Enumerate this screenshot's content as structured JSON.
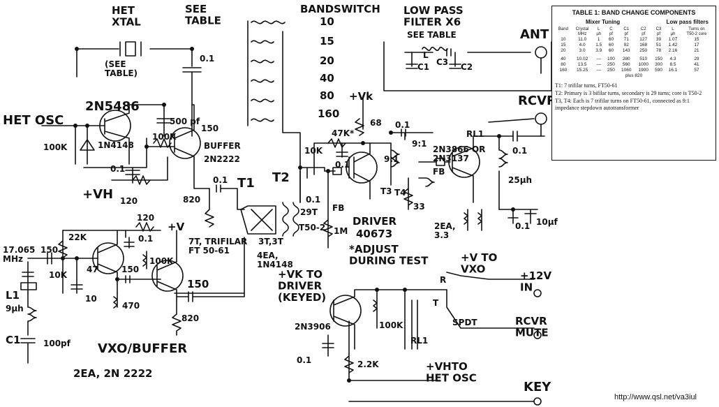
{
  "schematic": {
    "labels": {
      "het_xtal": "HET\nXTAL",
      "see_table_xtal": "(SEE\nTABLE)",
      "see_table_top": "SEE\nTABLE",
      "bandswitch": "BANDSWITCH",
      "bands": [
        "10",
        "15",
        "20",
        "40",
        "80",
        "160"
      ],
      "low_pass": "LOW PASS\nFILTER X6",
      "see_table_lpf": "SEE TABLE",
      "ant": "ANT",
      "rcvr": "RCVR",
      "het_osc": "HET OSC",
      "q_2n5486": "2N5486",
      "c_01_top": "0.1",
      "c_500p": "500 pf",
      "r_100k_buf": "100K",
      "c_150_buf": "150",
      "buffer": "BUFFER",
      "q_2n2222_buf": "2N2222",
      "r_100k_left": "100K",
      "d_1n4148": "1N4148",
      "c_01_mid": "0.1",
      "vh": "+VH",
      "r_120_vh": "120",
      "r_820_buf": "820",
      "c_01_buf": "0.1",
      "t1": "T1",
      "t2": "T2",
      "t1_desc": "7T, TRIFILAR\nFT 50-61",
      "d_4ea": "4EA,\n1N4148",
      "t_3t3t": "3T,3T",
      "t2_29t": "29T",
      "t2_core": "T50-2",
      "c_01_t2": "0.1",
      "fb_t2": "FB",
      "r_1m": "1M",
      "driver": "DRIVER",
      "q_40673": "40673",
      "adjust": "*ADJUST\nDURING TEST",
      "vk_top": "+Vk",
      "r_68": "68",
      "r_47k": "47K*",
      "r_10k_gate": "10K",
      "c_01_drv": "0.1",
      "c_01_drv2": "0.1",
      "t3": "T3",
      "t3_ratio": "9:1",
      "t4_ratio": "9:1",
      "t4": "T4",
      "r_33": "33",
      "fb_pa": "FB",
      "q_2n3866": "2N3866 OR\n2N3137",
      "r_2ea": "2EA,\n3.3",
      "rl1_top": "RL1",
      "c_01_pa": "0.1",
      "l_25uh": "25µh",
      "c_01_supply": "0.1",
      "c_10uf": "10µf",
      "xtal_freq": "17.065\nMHz",
      "l1": "L1",
      "l1_val": "9µh",
      "c1": "C1",
      "c1_val": "100pf",
      "c_150_vxo": "150",
      "r_10k_vxo": "10K",
      "r_22k": "22K",
      "c_47": "47",
      "c_10": "10",
      "r_470": "470",
      "c_150_vxo2": "150",
      "r_100k_vxo": "100K",
      "r_120_vxo": "120",
      "plus_v": "+V",
      "c_01_vxo": "0.1",
      "c_150_out": "150",
      "r_820_out": "820",
      "vxo_buffer": "VXO/BUFFER",
      "q_2ea": "2EA, 2N 2222",
      "vk_to_driver": "+VK TO\nDRIVER\n(KEYED)",
      "q_2n3906": "2N3906",
      "r_100k_key": "100K",
      "rl1_bottom": "RL1",
      "c_01_key": "0.1",
      "r_2_2k": "2.2K",
      "vt_het": "+VHTO\nHET OSC",
      "v_to_vxo": "+V TO\nVXO",
      "v12": "+12V\nIN",
      "spdt": "SPDT",
      "t_contact": "T",
      "r_contact": "R",
      "rcvr_mute": "RCVR\nMUTE",
      "key": "KEY",
      "c_lpf_c1": "C1",
      "c_lpf_c2": "C2",
      "c_lpf_c3": "C3",
      "l_lpf": "L"
    }
  },
  "table": {
    "title": "TABLE 1: BAND CHANGE COMPONENTS",
    "groups": [
      "Mixer Tuning",
      "Low pass filters"
    ],
    "headers": [
      "Band",
      "Crystal\nMHz",
      "L\nµh",
      "C\npf",
      "C1\npf",
      "C2\npf",
      "C3\npf",
      "L\nµh",
      "Turns on\nT50-2 core"
    ],
    "rows": [
      [
        "10",
        "11.0",
        "1",
        "60",
        "71",
        "127",
        "39",
        "1.07",
        "15"
      ],
      [
        "15",
        "4.0",
        "1.5",
        "60",
        "92",
        "168",
        "51",
        "1.42",
        "17"
      ],
      [
        "20",
        "3.0",
        "3.9",
        "60",
        "143",
        "250",
        "78",
        "2.16",
        "21"
      ],
      [
        "40",
        "10.02",
        "—",
        "100",
        "280",
        "510",
        "150",
        "4.3",
        "29"
      ],
      [
        "80",
        "13.5",
        "—",
        "250",
        "560",
        "1000",
        "300",
        "8.5",
        "41"
      ],
      [
        "160",
        "15.25",
        "—",
        "250",
        "1060",
        "1900",
        "590",
        "16.1",
        "57"
      ]
    ],
    "plus_note": "plus 820",
    "footnotes": [
      "T1: 7 trifilar turns, FT50-61",
      "T2: Primary is 3 bifilar turns, secondary is 29 turns; core is T50-2",
      "T3, T4: Each is 7 trifilar turns on FT50-61, connected as 9:1 impedance stepdown autotransformer"
    ]
  },
  "credit": "http://www.qsl.net/va3iul"
}
